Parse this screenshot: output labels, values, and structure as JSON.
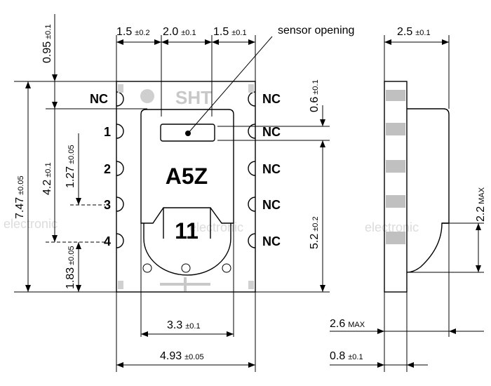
{
  "dimensions": {
    "top_pad_w": {
      "value": "1.5",
      "tol": "±0.2"
    },
    "top_pitch_w": {
      "value": "2.0",
      "tol": "±0.1"
    },
    "top_pad_w2": {
      "value": "1.5",
      "tol": "±0.1"
    },
    "side_width": {
      "value": "2.5",
      "tol": "±0.1"
    },
    "top_offset": {
      "value": "0.95",
      "tol": "±0.1"
    },
    "total_height": {
      "value": "7.47",
      "tol": "±0.05"
    },
    "pin1_offset": {
      "value": "4.2",
      "tol": "±0.1"
    },
    "pin_pitch": {
      "value": "1.27",
      "tol": "±0.05"
    },
    "bottom_offset": {
      "value": "1.83",
      "tol": "±0.05"
    },
    "opening_offset": {
      "value": "0.6",
      "tol": "±0.1"
    },
    "cap_height": {
      "value": "5.2",
      "tol": "±0.2"
    },
    "cap_width": {
      "value": "3.3",
      "tol": "±0.1"
    },
    "total_width": {
      "value": "4.93",
      "tol": "±0.05"
    },
    "side_height": {
      "value": "2.2",
      "tol": "MAX"
    },
    "total_thickness": {
      "value": "2.6",
      "tol": "MAX"
    },
    "pcb_thickness": {
      "value": "0.8",
      "tol": "±0.1"
    }
  },
  "labels": {
    "sensor_opening": "sensor opening",
    "marking_top": "A5Z",
    "marking_bottom": "11",
    "logo_text": "SHT"
  },
  "pins_left": [
    "NC",
    "1",
    "2",
    "3",
    "4"
  ],
  "pins_right": [
    "NC",
    "NC",
    "NC",
    "NC",
    "NC"
  ],
  "watermark": {
    "text": "electronic"
  }
}
